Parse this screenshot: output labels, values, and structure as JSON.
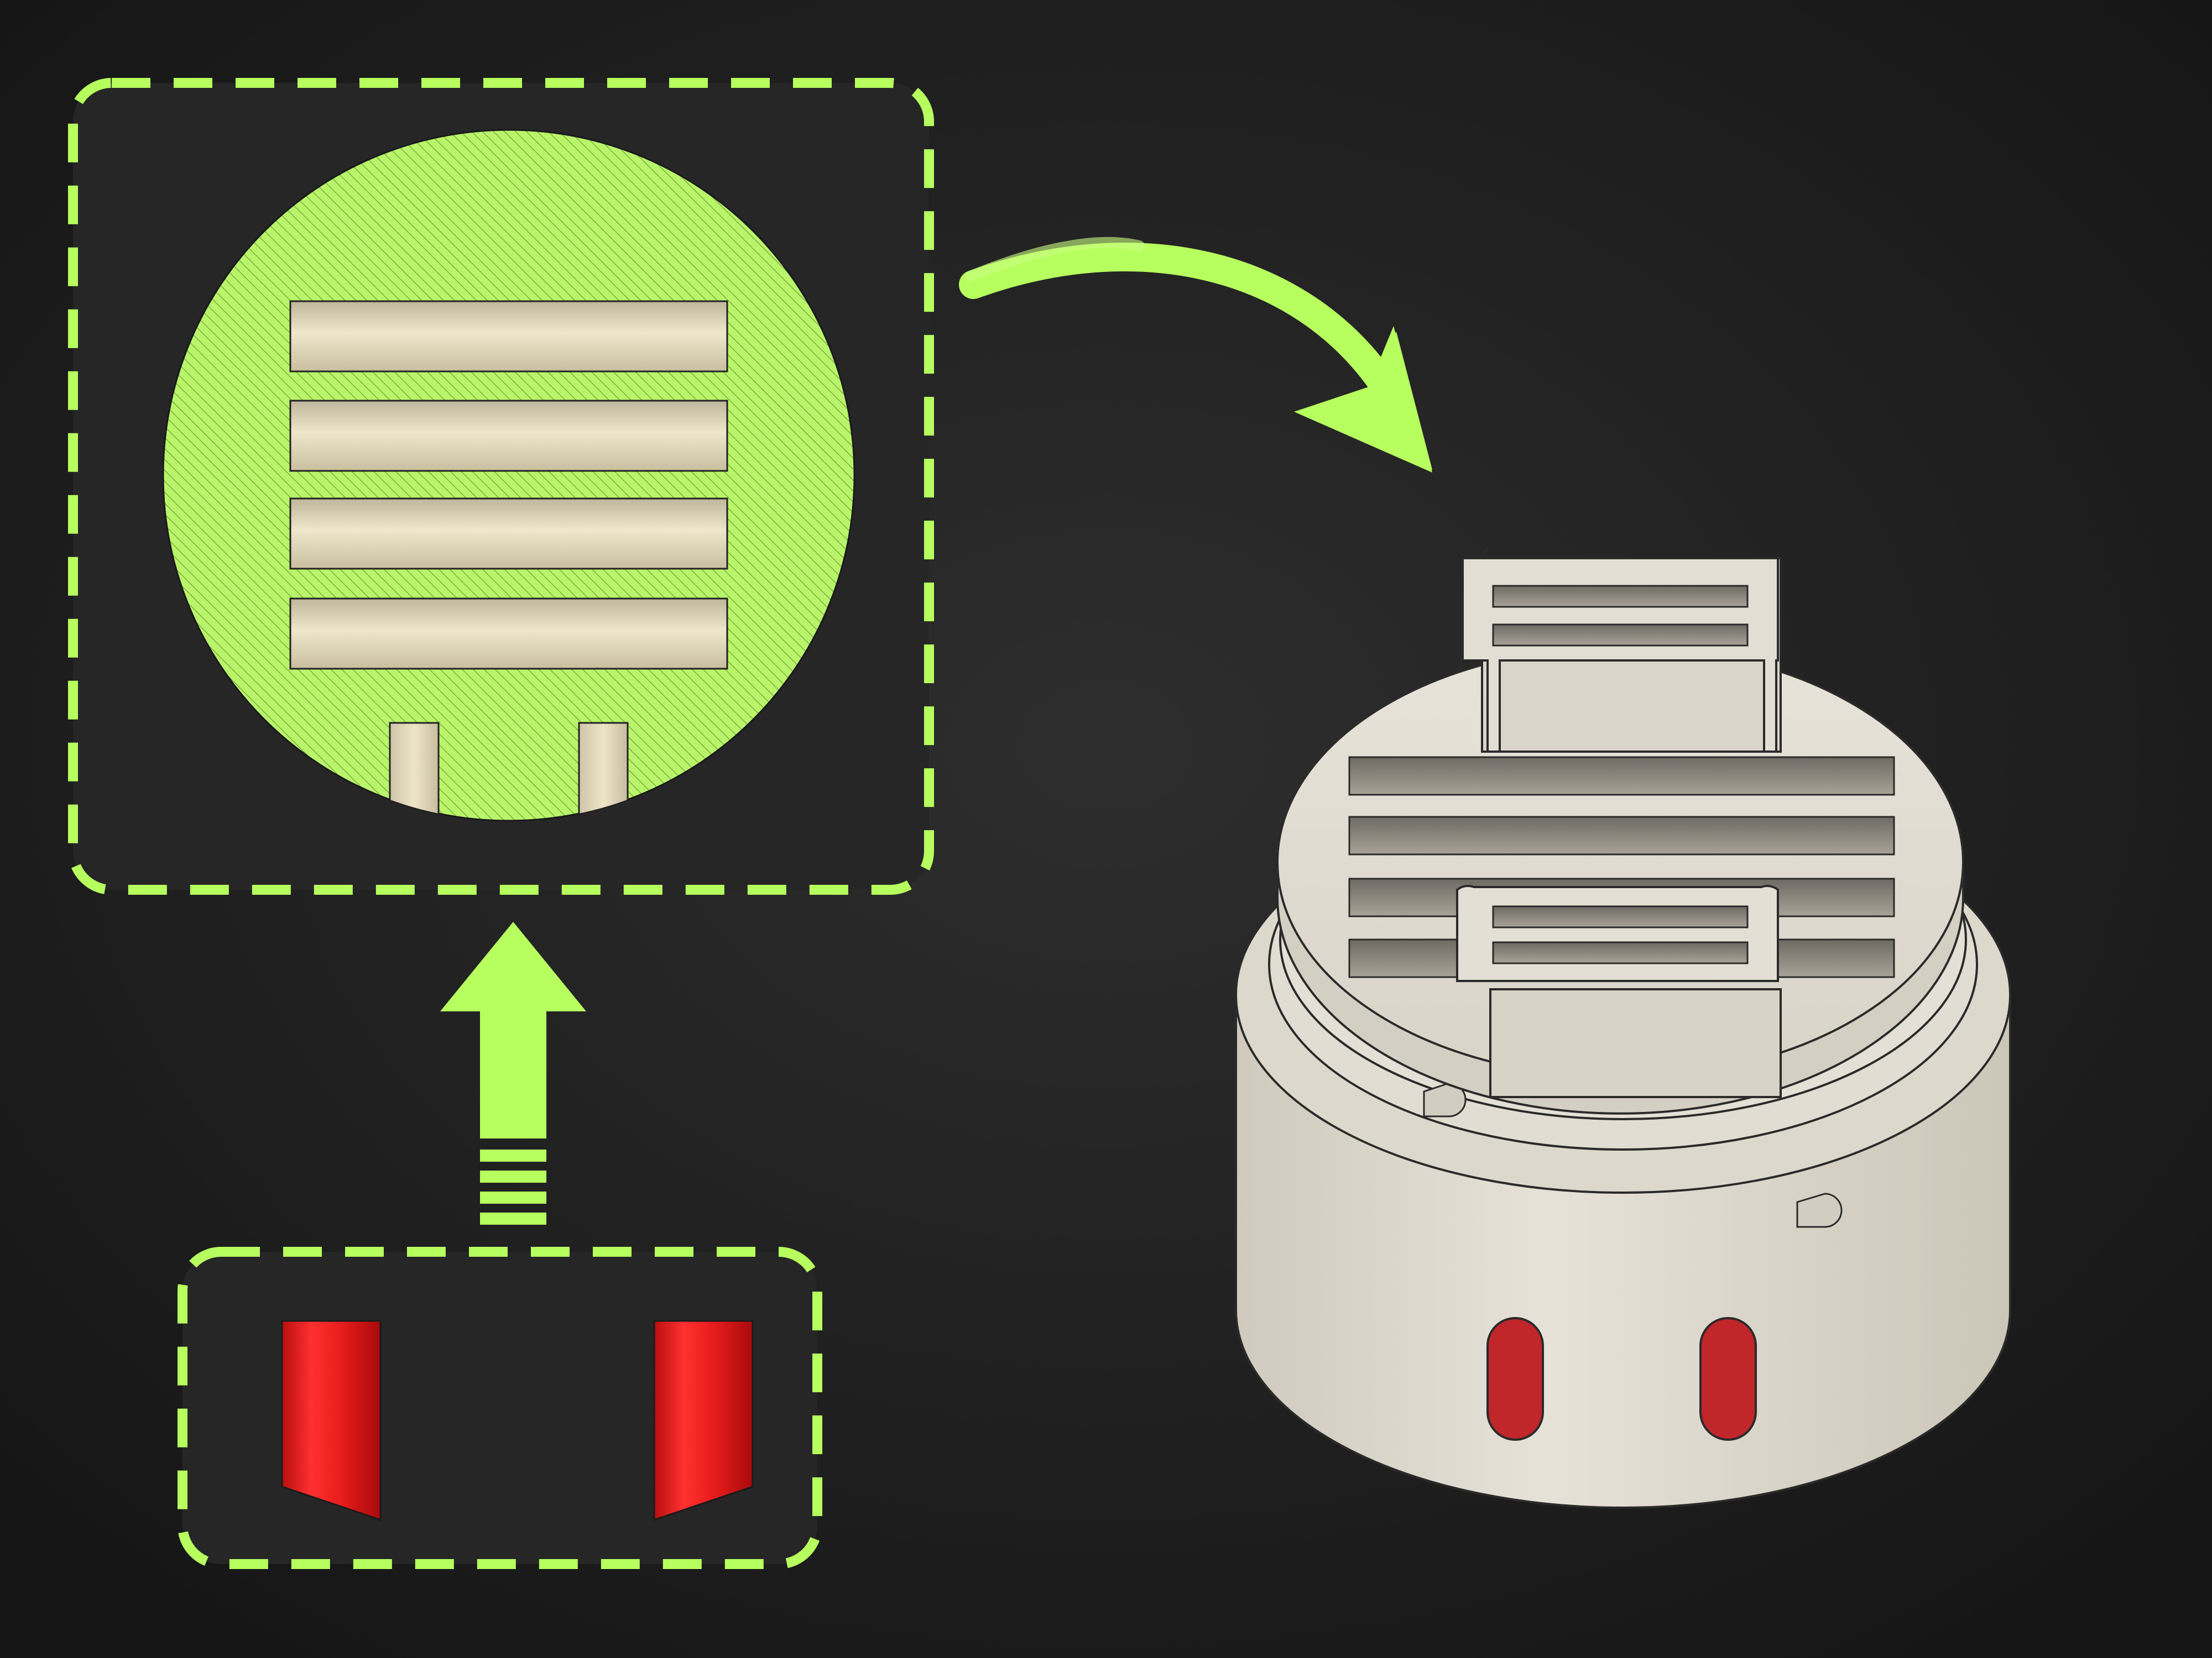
{
  "colors": {
    "background": "#1e1e1e",
    "accent": "#b7ff5e",
    "panel": "#252525",
    "part": "#e3dfd4",
    "part_shadow": "#b9b3a5",
    "outline": "#2a2a2a",
    "slot": "#d8cfb4",
    "red": "#e31b1b"
  },
  "icons": {
    "curved_arrow": "curved-arrow-icon",
    "up_arrow": "up-arrow-icon"
  },
  "grille": {
    "slot_count": 4,
    "leg_count": 2
  },
  "pins": {
    "count": 2
  }
}
